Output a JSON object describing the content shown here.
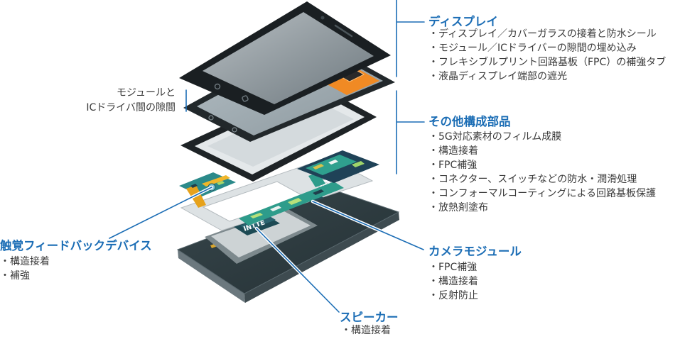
{
  "callouts": {
    "display": {
      "heading": "ディスプレイ",
      "items": [
        "・ディスプレイ／カバーガラスの接着と防水シール",
        "・モジュール／ICドライバーの隙間の埋め込み",
        "・フレキシブルプリント回路基板（FPC）の補強タブ",
        "・液晶ディスプレイ端部の遮光"
      ]
    },
    "other": {
      "heading": "その他構成部品",
      "items": [
        "・5G対応素材のフィルム成膜",
        "・構造接着",
        "・FPC補強",
        "・コネクター、スイッチなどの防水・潤滑処理",
        "・コンフォーマルコーティングによる回路基板保護",
        "・放熱剤塗布"
      ]
    },
    "gap": {
      "lines": [
        "モジュールと",
        "ICドライバ間の隙間"
      ]
    },
    "haptic": {
      "heading": "触覚フィードバックデバイス",
      "items": [
        "・構造接着",
        "・補強"
      ]
    },
    "camera": {
      "heading": "カメラモジュール",
      "items": [
        "・FPC補強",
        "・構造接着",
        "・反射防止"
      ]
    },
    "speaker": {
      "heading": "スピーカー",
      "items": [
        "・構造接着"
      ]
    }
  },
  "illustration": {
    "chip_label": "INTTE"
  },
  "colors": {
    "accent": "#1b6db5",
    "text": "#3a3a3a",
    "fpc": "#f08a24",
    "pcb": "#2e9c8b",
    "case": "#2e3b3f"
  }
}
